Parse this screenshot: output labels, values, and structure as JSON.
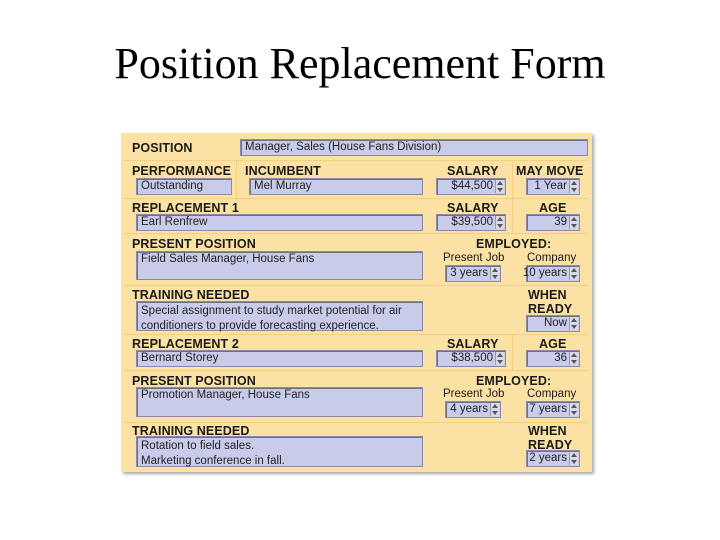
{
  "page_title": "Position Replacement Form",
  "labels": {
    "position": "POSITION",
    "performance": "PERFORMANCE",
    "incumbent": "INCUMBENT",
    "salary": "SALARY",
    "may_move": "MAY MOVE",
    "replacement1": "REPLACEMENT 1",
    "replacement2": "REPLACEMENT 2",
    "age": "AGE",
    "present_position": "PRESENT POSITION",
    "employed": "EMPLOYED:",
    "present_job": "Present Job",
    "company": "Company",
    "training_needed": "TRAINING NEEDED",
    "when": "WHEN",
    "ready": "READY"
  },
  "position": "Manager, Sales (House Fans Division)",
  "incumbent": {
    "performance": "Outstanding",
    "name": "Mel Murray",
    "salary": "$44,500",
    "may_move": "1 Year"
  },
  "replacement1": {
    "name": "Earl Renfrew",
    "salary": "$39,500",
    "age": "39",
    "present_position": "Field Sales Manager, House Fans",
    "present_job_years": "3 years",
    "company_years": "10 years",
    "training_line1": "Special assignment to study market potential for air",
    "training_line2": "conditioners to provide forecasting experience.",
    "when_ready": "Now"
  },
  "replacement2": {
    "name": "Bernard Storey",
    "salary": "$38,500",
    "age": "36",
    "present_position": "Promotion Manager, House Fans",
    "present_job_years": "4 years",
    "company_years": "7 years",
    "training_line1": "Rotation to field sales.",
    "training_line2": "Marketing conference in fall.",
    "when_ready": "2 years"
  },
  "colors": {
    "panel": "#fbe1a4",
    "field": "#c9cbeb"
  }
}
